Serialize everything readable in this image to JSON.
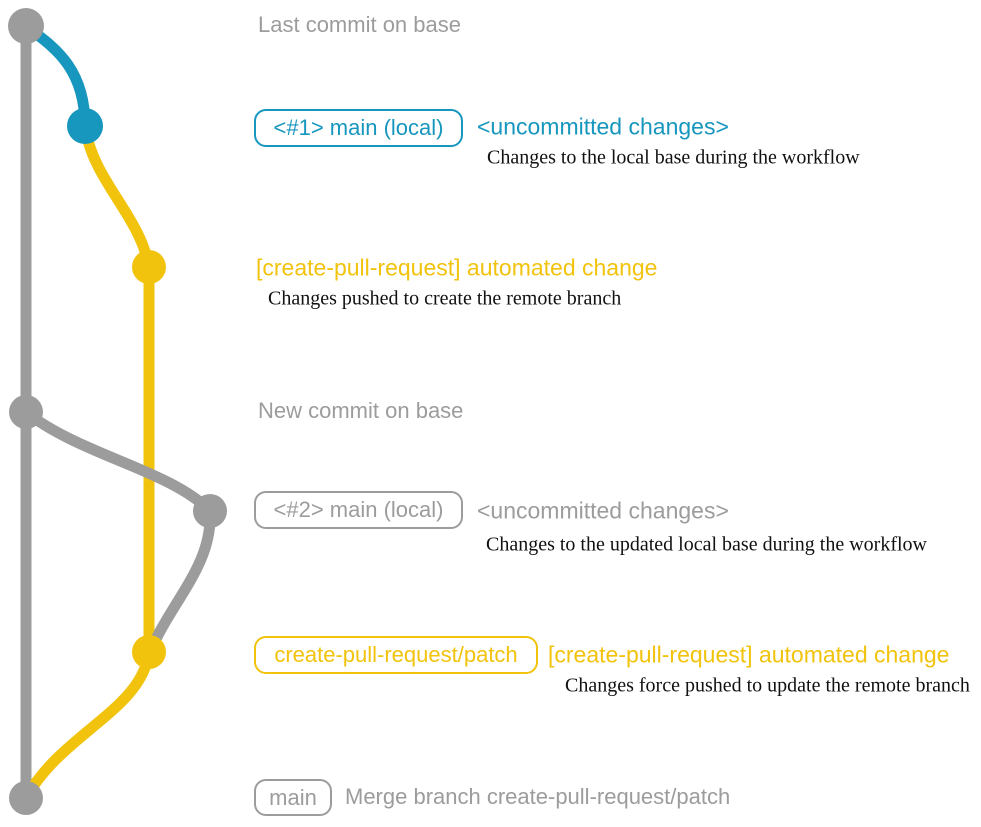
{
  "colors": {
    "gray": "#9c9c9c",
    "blue": "#1796be",
    "yellow": "#f2c30d",
    "ink": "#111111"
  },
  "rows": {
    "last_base": {
      "caption": "Last commit on base"
    },
    "local1": {
      "badge": "<#1> main (local)",
      "status": "<uncommitted changes>",
      "description": "Changes to the local base during the workflow"
    },
    "remote_create": {
      "title": "[create-pull-request] automated change",
      "description": "Changes pushed to create the remote branch"
    },
    "new_base": {
      "caption": "New commit on base"
    },
    "local2": {
      "badge": "<#2> main (local)",
      "status": "<uncommitted changes>",
      "description": "Changes to the updated local base during the workflow"
    },
    "remote_update": {
      "badge": "create-pull-request/patch",
      "title": "[create-pull-request] automated change",
      "description": "Changes force pushed to update the remote branch"
    },
    "merge": {
      "badge": "main",
      "caption": "Merge branch create-pull-request/patch"
    }
  }
}
